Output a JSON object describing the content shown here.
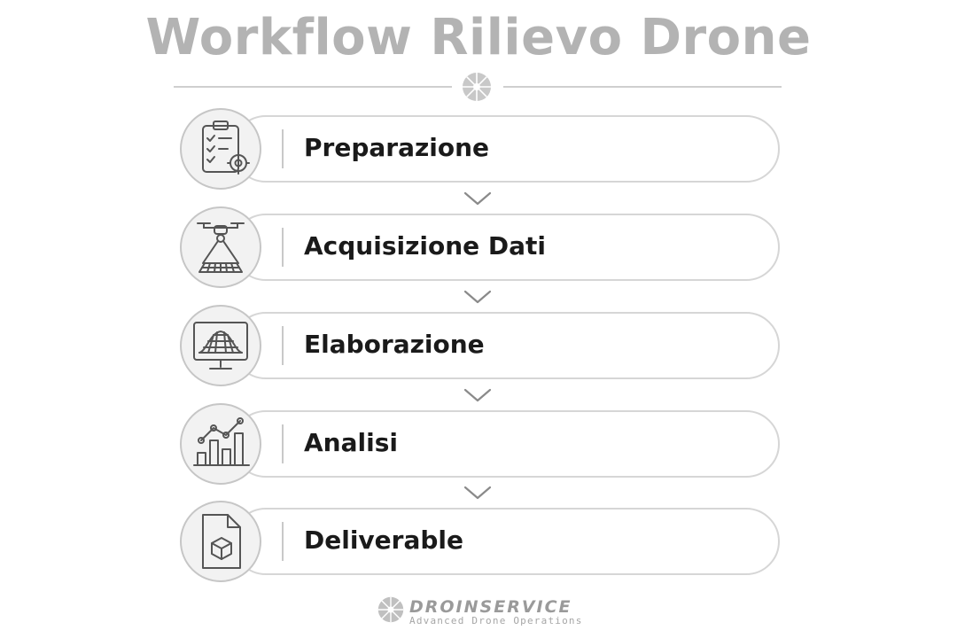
{
  "title": "Workflow Rilievo Drone",
  "steps": [
    {
      "label": "Preparazione",
      "icon": "clipboard-gear-icon"
    },
    {
      "label": "Acquisizione Dati",
      "icon": "drone-scan-icon"
    },
    {
      "label": "Elaborazione",
      "icon": "monitor-terrain-icon"
    },
    {
      "label": "Analisi",
      "icon": "bar-chart-trend-icon"
    },
    {
      "label": "Deliverable",
      "icon": "document-cube-icon"
    }
  ],
  "brand": {
    "name": "DROINSERVICE",
    "tagline": "Advanced Drone Operations"
  },
  "colors": {
    "title": "#b3b3b3",
    "pill_border": "#d6d6d6",
    "icon_stroke": "#555555",
    "label": "#1a1a1a"
  }
}
